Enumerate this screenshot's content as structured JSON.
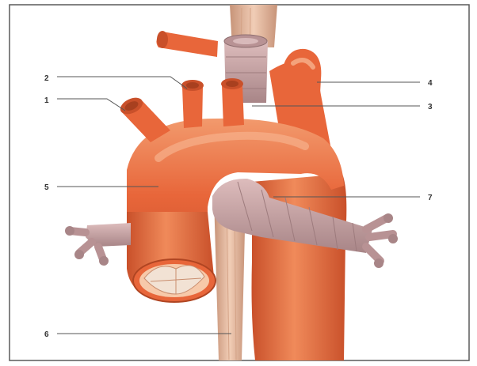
{
  "figure": {
    "callouts": [
      {
        "id": "1",
        "label": "1"
      },
      {
        "id": "2",
        "label": "2"
      },
      {
        "id": "3",
        "label": "3"
      },
      {
        "id": "4",
        "label": "4"
      },
      {
        "id": "5",
        "label": "5"
      },
      {
        "id": "6",
        "label": "6"
      },
      {
        "id": "7",
        "label": "7"
      }
    ]
  },
  "colors": {
    "aorta": "#e8663a",
    "aorta_shadow": "#c9502a",
    "aorta_highlight": "#f4a27c",
    "pulmonary": "#c9a3a3",
    "pulmonary_shadow": "#9d7b7d",
    "esophagus": "#e7b79a",
    "esophagus_shadow": "#c79378",
    "trachea": "#c9a5a6",
    "border": "#5a5a5a",
    "leader": "#555555"
  }
}
